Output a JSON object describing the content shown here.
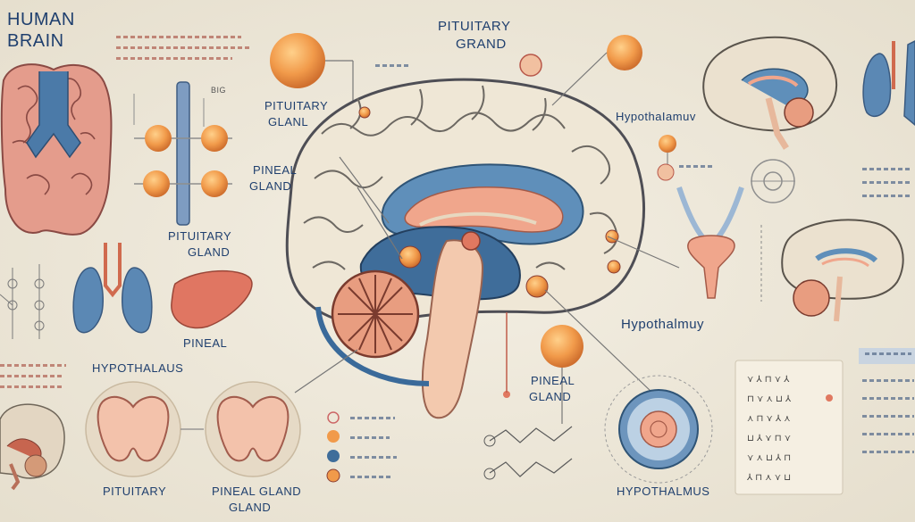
{
  "labels": {
    "title_line1": "HUMAN",
    "title_line2": "BRAIN",
    "pituitary_top": "PITUITARY",
    "grand_top": "GRAND",
    "pituitary_mid_l1": "PITUITARY",
    "pituitary_mid_l2": "GLANL",
    "pineal_mid_l1": "PINEAL",
    "pineal_mid_l2": "GLAND",
    "pituitary_left_l1": "PITUITARY",
    "pituitary_left_l2": "GLAND",
    "pineal_left": "PINEAL",
    "hypothalamu_top": "HypothaIamuv",
    "hypothalmuy_right": "Hypothalmuy",
    "pineal_center_l1": "PINEAL",
    "pineal_center_l2": "GLAND",
    "hypothalaus_bottom": "HYPOTHALAUS",
    "pituitary_bottom": "PITUITARY",
    "pineal_gland_bottom_l1": "PINEAL GLAND",
    "pineal_gland_bottom_l2": "GLAND",
    "hypothalmus_bottom": "HYPOTHALMUS",
    "big_label": "BIG"
  },
  "colors": {
    "background": "#ece6d6",
    "text": "#1f3f6e",
    "brain_fill": "#efe7d6",
    "brain_stroke": "#5a5a60",
    "accent_orange": "#e9904f",
    "accent_blue": "#3d6a9a",
    "pink": "#f0b8a0"
  }
}
